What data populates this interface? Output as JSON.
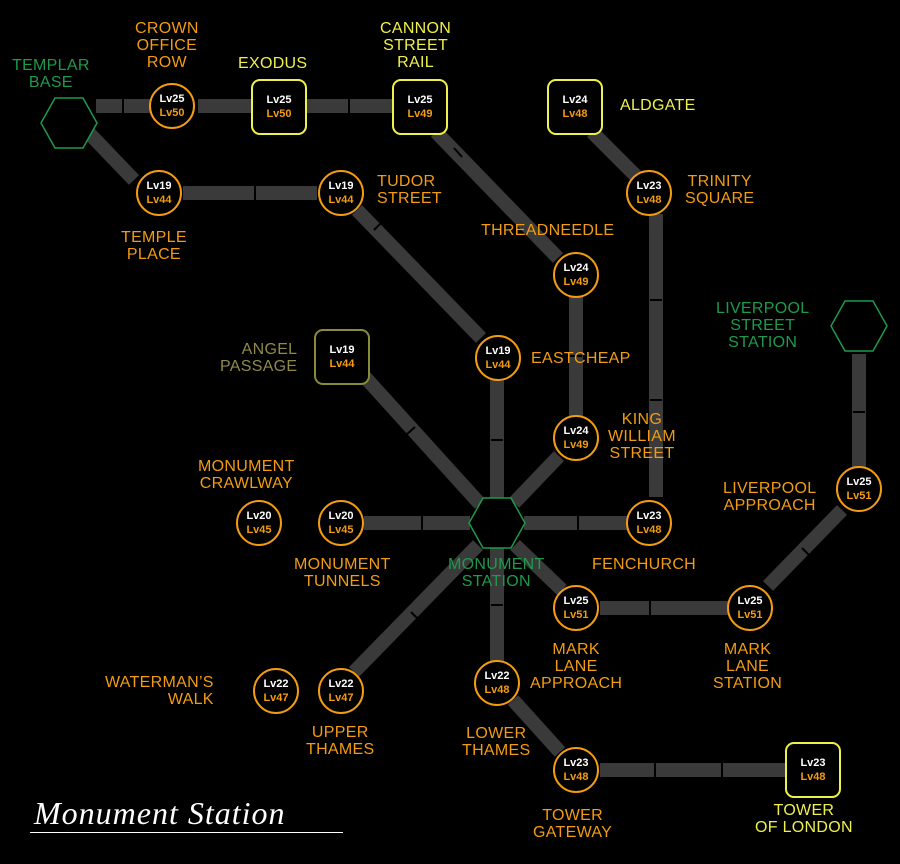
{
  "map_title": "Monument Station",
  "colors": {
    "background": "#000000",
    "track": "#3a3a3a",
    "node_orange": "#f39c12",
    "node_yellow": "#f0f04a",
    "node_dim": "#8a8a3a",
    "hub_green": "#1f9a4c"
  },
  "nodes": {
    "crown_office_row": {
      "name": "CROWN\nOFFICE\nROW",
      "lv_top": "Lv25",
      "lv_bottom": "Lv50"
    },
    "exodus": {
      "name": "EXODUS",
      "lv_top": "Lv25",
      "lv_bottom": "Lv50"
    },
    "cannon_street_rail": {
      "name": "CANNON\nSTREET\nRAIL",
      "lv_top": "Lv25",
      "lv_bottom": "Lv49"
    },
    "aldgate": {
      "name": "ALDGATE",
      "lv_top": "Lv24",
      "lv_bottom": "Lv48"
    },
    "temple_place": {
      "name": "TEMPLE\nPLACE",
      "lv_top": "Lv19",
      "lv_bottom": "Lv44"
    },
    "tudor_street": {
      "name": "TUDOR\nSTREET",
      "lv_top": "Lv19",
      "lv_bottom": "Lv44"
    },
    "trinity_square": {
      "name": "TRINITY\nSQUARE",
      "lv_top": "Lv23",
      "lv_bottom": "Lv48"
    },
    "threadneedle": {
      "name": "THREADNEEDLE",
      "lv_top": "Lv24",
      "lv_bottom": "Lv49"
    },
    "angel_passage": {
      "name": "ANGEL\nPASSAGE",
      "lv_top": "Lv19",
      "lv_bottom": "Lv44"
    },
    "eastcheap": {
      "name": "EASTCHEAP",
      "lv_top": "Lv19",
      "lv_bottom": "Lv44"
    },
    "king_william_street": {
      "name": "KING\nWILLIAM\nSTREET",
      "lv_top": "Lv24",
      "lv_bottom": "Lv49"
    },
    "monument_crawlway": {
      "name": "MONUMENT\nCRAWLWAY",
      "lv_top": "Lv20",
      "lv_bottom": "Lv45"
    },
    "monument_tunnels": {
      "name": "MONUMENT\nTUNNELS",
      "lv_top": "Lv20",
      "lv_bottom": "Lv45"
    },
    "fenchurch": {
      "name": "FENCHURCH",
      "lv_top": "Lv23",
      "lv_bottom": "Lv48"
    },
    "liverpool_approach": {
      "name": "LIVERPOOL\nAPPROACH",
      "lv_top": "Lv25",
      "lv_bottom": "Lv51"
    },
    "mark_lane_approach": {
      "name": "MARK\nLANE\nAPPROACH",
      "lv_top": "Lv25",
      "lv_bottom": "Lv51"
    },
    "mark_lane_station": {
      "name": "MARK\nLANE\nSTATION",
      "lv_top": "Lv25",
      "lv_bottom": "Lv51"
    },
    "watermans_walk": {
      "name": "WATERMAN’S\nWALK",
      "lv_top": "Lv22",
      "lv_bottom": "Lv47"
    },
    "upper_thames": {
      "name": "UPPER\nTHAMES",
      "lv_top": "Lv22",
      "lv_bottom": "Lv47"
    },
    "lower_thames": {
      "name": "LOWER\nTHAMES",
      "lv_top": "Lv22",
      "lv_bottom": "Lv48"
    },
    "tower_gateway": {
      "name": "TOWER\nGATEWAY",
      "lv_top": "Lv23",
      "lv_bottom": "Lv48"
    },
    "tower_of_london": {
      "name": "TOWER\nOF  LONDON",
      "lv_top": "Lv23",
      "lv_bottom": "Lv48"
    }
  },
  "hubs": {
    "templar_base": {
      "name": "TEMPLAR\nBASE"
    },
    "liverpool_street_station": {
      "name": "LIVERPOOL\nSTREET\nSTATION"
    },
    "monument_station": {
      "name": "MONUMENT\nSTATION"
    }
  }
}
